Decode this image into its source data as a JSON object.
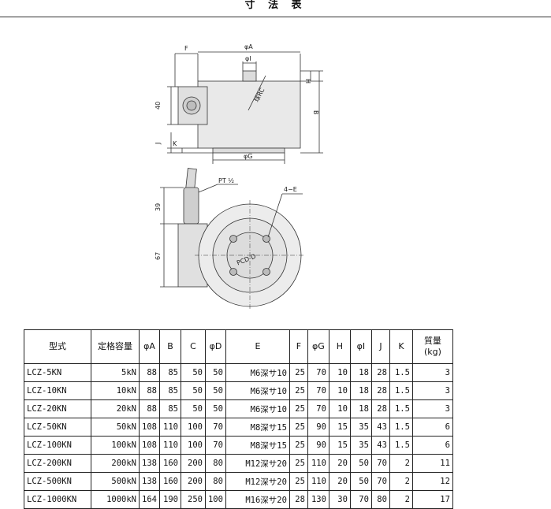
{
  "header": {
    "title": "寸 法 表"
  },
  "drawing": {
    "labels": {
      "F": "F",
      "phiA": "φA",
      "phiI": "φI",
      "H": "H",
      "B": "B",
      "phiG": "φG",
      "sphereRC": "球RC",
      "forty": "40",
      "J": "J",
      "K": "K",
      "pt": "PT ½",
      "thirtynine": "39",
      "sixtyseven": "67",
      "fourE": "4−E",
      "pcd": "PCD·D"
    }
  },
  "table": {
    "headers": [
      "型式",
      "定格容量",
      "φA",
      "B",
      "C",
      "φD",
      "E",
      "F",
      "φG",
      "H",
      "φI",
      "J",
      "K",
      "質量",
      "(kg)"
    ],
    "rows": [
      [
        "LCZ-5KN",
        "5kN",
        "88",
        "85",
        "50",
        "50",
        "M6深サ10",
        "25",
        "70",
        "10",
        "18",
        "28",
        "1.5",
        "3"
      ],
      [
        "LCZ-10KN",
        "10kN",
        "88",
        "85",
        "50",
        "50",
        "M6深サ10",
        "25",
        "70",
        "10",
        "18",
        "28",
        "1.5",
        "3"
      ],
      [
        "LCZ-20KN",
        "20kN",
        "88",
        "85",
        "50",
        "50",
        "M6深サ10",
        "25",
        "70",
        "10",
        "18",
        "28",
        "1.5",
        "3"
      ],
      [
        "LCZ-50KN",
        "50kN",
        "108",
        "110",
        "100",
        "70",
        "M8深サ15",
        "25",
        "90",
        "15",
        "35",
        "43",
        "1.5",
        "6"
      ],
      [
        "LCZ-100KN",
        "100kN",
        "108",
        "110",
        "100",
        "70",
        "M8深サ15",
        "25",
        "90",
        "15",
        "35",
        "43",
        "1.5",
        "6"
      ],
      [
        "LCZ-200KN",
        "200kN",
        "138",
        "160",
        "200",
        "80",
        "M12深サ20",
        "25",
        "110",
        "20",
        "50",
        "70",
        "2",
        "11"
      ],
      [
        "LCZ-500KN",
        "500kN",
        "138",
        "160",
        "200",
        "80",
        "M12深サ20",
        "25",
        "110",
        "20",
        "50",
        "70",
        "2",
        "12"
      ],
      [
        "LCZ-1000KN",
        "1000kN",
        "164",
        "190",
        "250",
        "100",
        "M16深サ20",
        "28",
        "130",
        "30",
        "70",
        "80",
        "2",
        "17"
      ]
    ]
  }
}
